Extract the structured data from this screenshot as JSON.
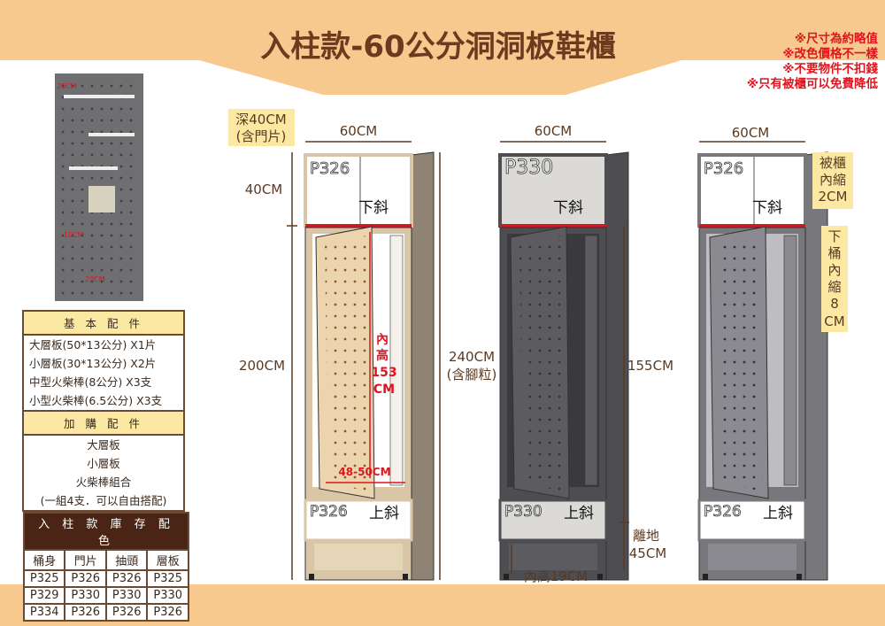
{
  "title": "入柱款-60公分洞洞板鞋櫃",
  "notes": [
    "※尺寸為約略值",
    "※改色價格不一樣",
    "※不要物件不扣錢",
    "※只有被櫃可以免費降低"
  ],
  "photo": {
    "labels": [
      "20CM",
      "10CM",
      "20CM"
    ]
  },
  "basic": {
    "title": "基 本 配 件",
    "items": [
      "大層板(50*13公分) X1片",
      "小層板(30*13公分) X2片",
      "中型火柴棒(8公分) X3支",
      "小型火柴棒(6.5公分) X3支"
    ]
  },
  "addon": {
    "title": "加 購 配 件",
    "items": [
      "大層板",
      "小層板",
      "火柴棒組合",
      "(一組4支．可以自由搭配)"
    ]
  },
  "stock": {
    "title": "入 柱 款 庫 存 配 色",
    "headers": [
      "桶身",
      "門片",
      "抽頭",
      "層板"
    ],
    "rows": [
      [
        "P325",
        "P326",
        "P326",
        "P325"
      ],
      [
        "P329",
        "P330",
        "P330",
        "P330"
      ],
      [
        "P334",
        "P326",
        "P326",
        "P326"
      ]
    ]
  },
  "dims": {
    "depth": [
      "深40CM",
      "(含門片)"
    ],
    "width": "60CM",
    "top_h": "40CM",
    "body_h": "200CM",
    "total": [
      "240CM",
      "(含腳粒)"
    ],
    "lower": "155CM",
    "floor": [
      "離地",
      "45CM"
    ],
    "inner_base": "內高19CM",
    "inner_h": [
      "內",
      "高",
      "153",
      "CM"
    ],
    "inner_w": "48-50CM",
    "recess_top": [
      "被櫃",
      "內縮",
      "2CM"
    ],
    "recess_bottom": [
      "下",
      "桶",
      "內",
      "縮",
      "8",
      "CM"
    ]
  },
  "cabinets": [
    {
      "top_code": "P326",
      "top_slant": "下斜",
      "drawer_code": "P326",
      "drawer_slant": "上斜",
      "frame": "#d9c6a6",
      "door": "#ecd5ae"
    },
    {
      "top_code": "P330",
      "top_slant": "下斜",
      "drawer_code": "P330",
      "drawer_slant": "上斜",
      "frame": "#4e4e52",
      "door": "#5c5c60"
    },
    {
      "top_code": "P326",
      "top_slant": "下斜",
      "drawer_code": "P326",
      "drawer_slant": "上斜",
      "frame": "#77777c",
      "door": "#8a8a90"
    }
  ],
  "colors": {
    "header": "#f8c98f",
    "title": "#6b3a1f",
    "dim": "#5a3a22",
    "red": "#e0141e",
    "highlight": "#fbe9a3"
  }
}
